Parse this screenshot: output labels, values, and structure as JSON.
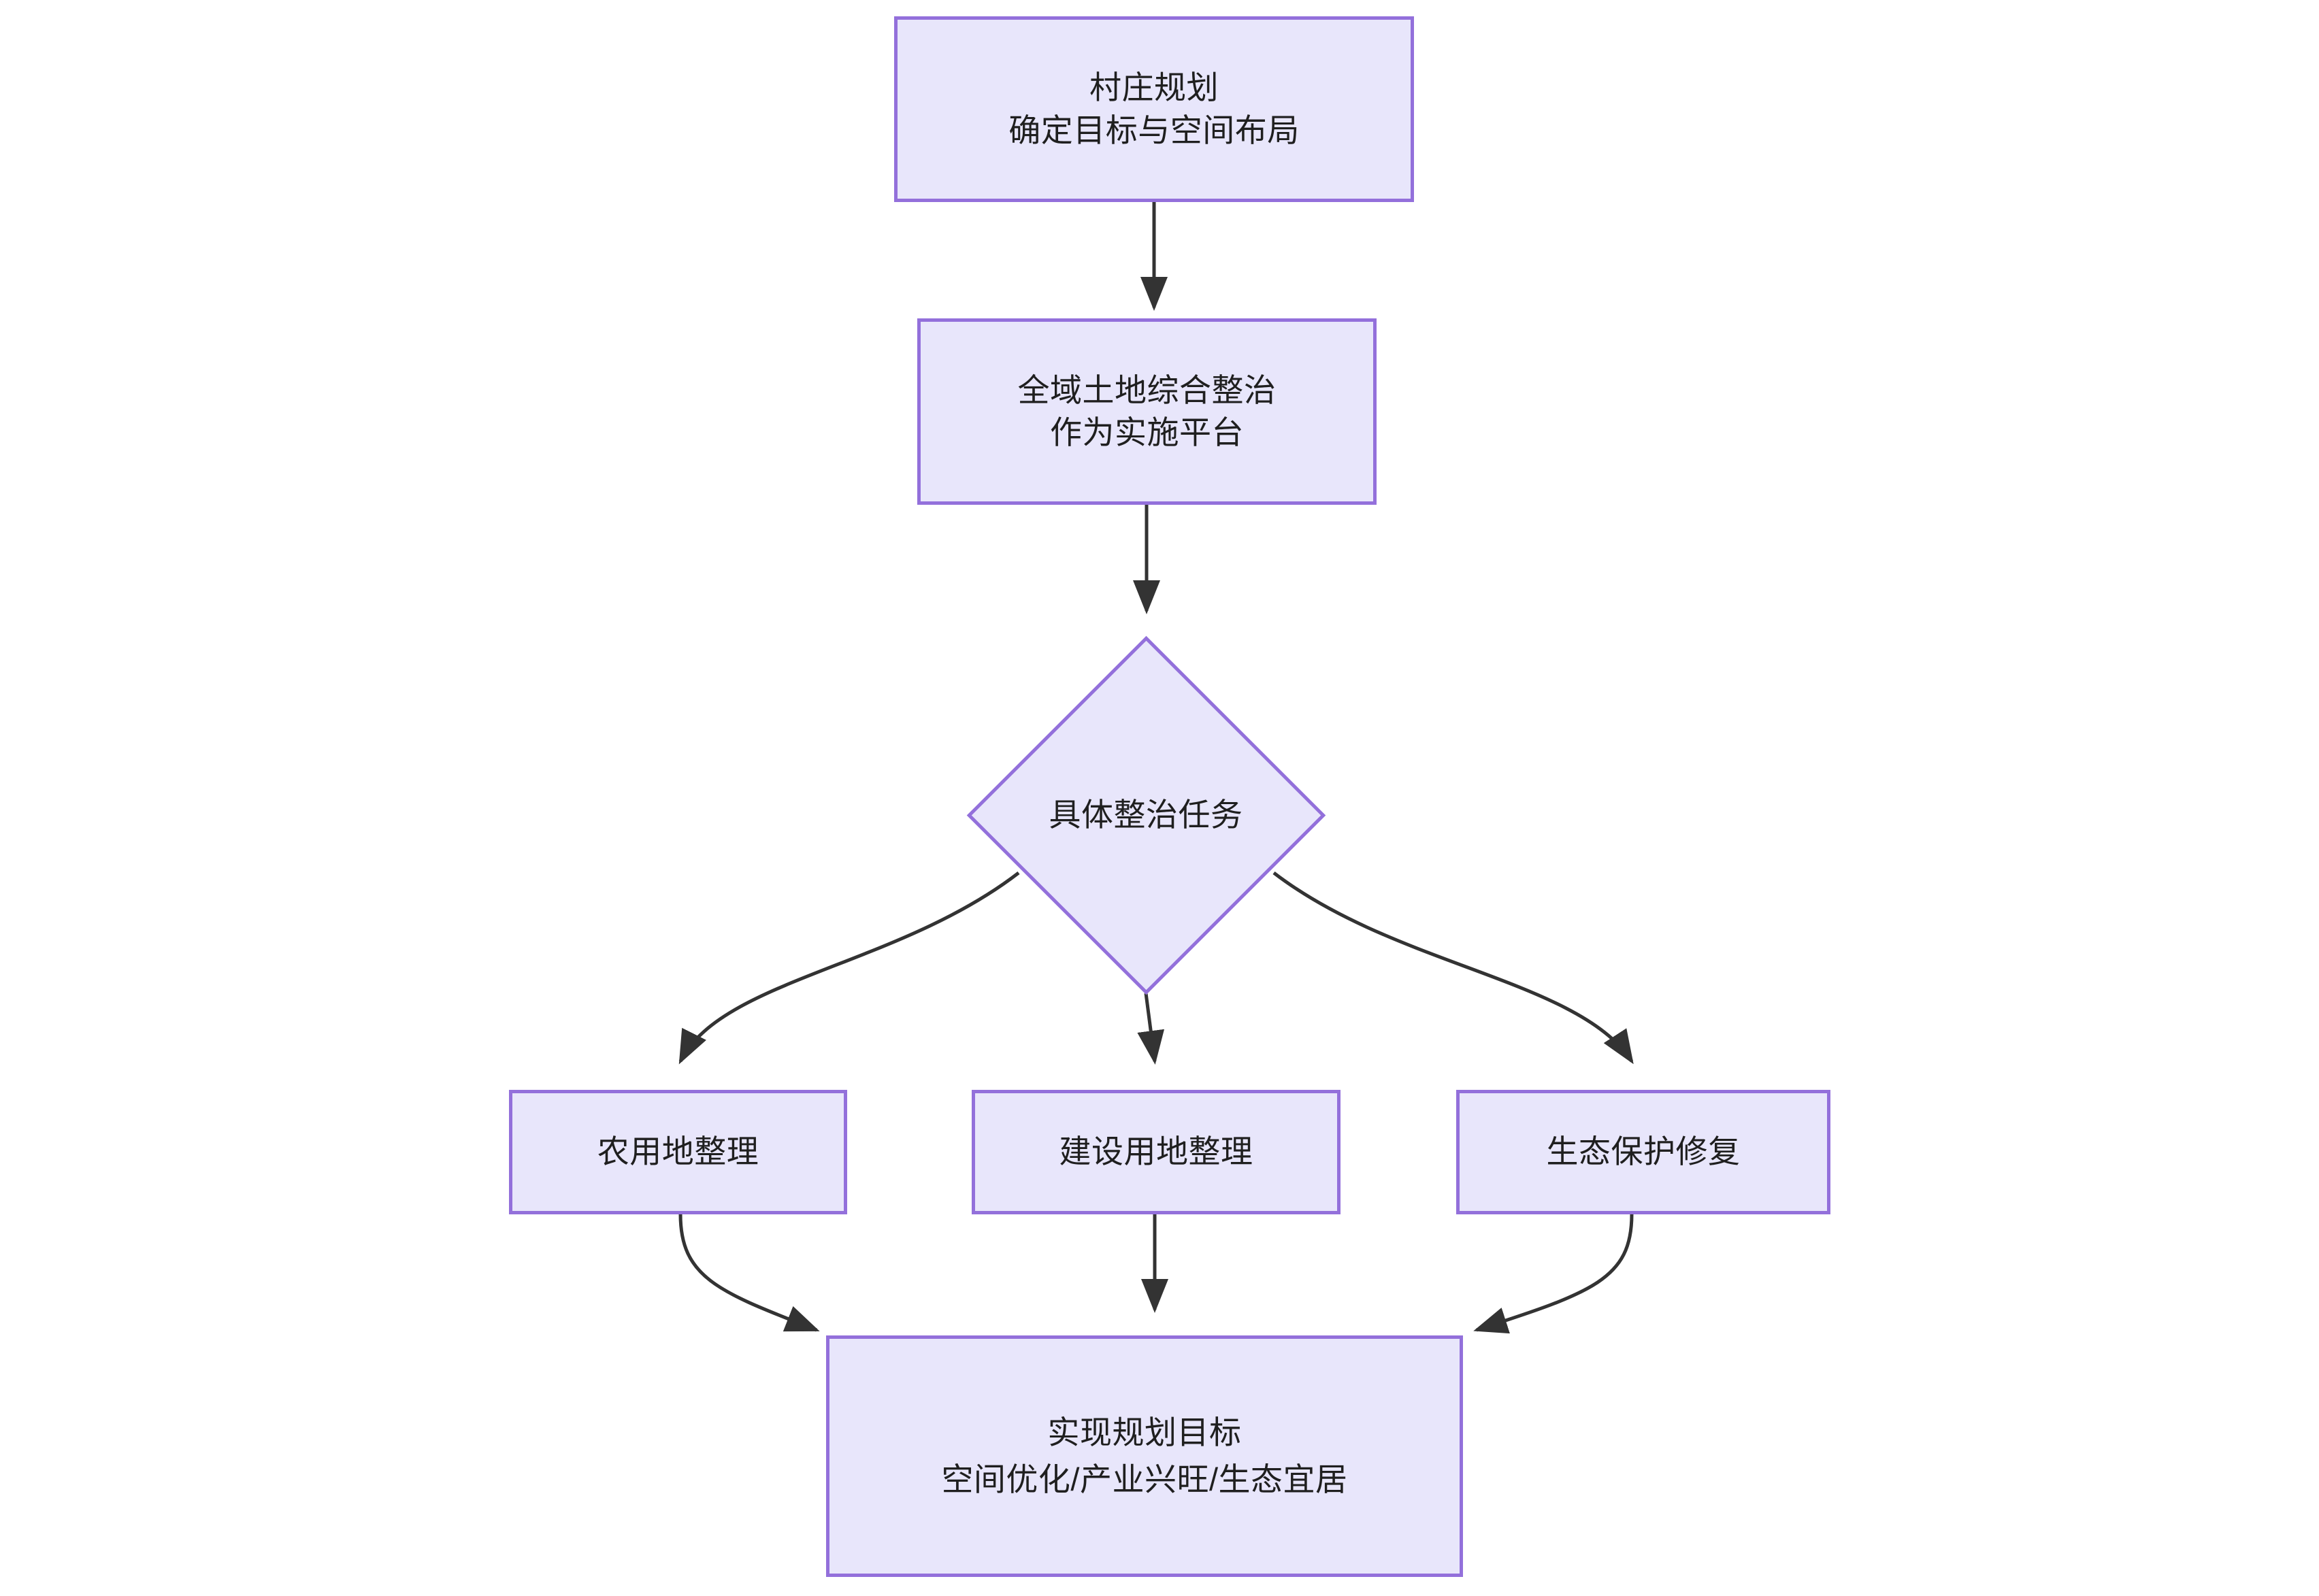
{
  "diagram": {
    "type": "flowchart",
    "orientation": "top-to-bottom",
    "background_color": "#ffffff",
    "node_fill_color": "#e8e6fb",
    "node_border_color": "#9370db",
    "node_text_color": "#1f1f1f",
    "edge_color": "#333333",
    "nodes": {
      "plan": {
        "id": "A",
        "shape": "rectangle",
        "label": "村庄规划\n确定目标与空间布局",
        "line1": "村庄规划",
        "line2": "确定目标与空间布局"
      },
      "platform": {
        "id": "B",
        "shape": "rectangle",
        "label": "全域土地综合整治\n作为实施平台",
        "line1": "全域土地综合整治",
        "line2": "作为实施平台"
      },
      "task": {
        "id": "C",
        "shape": "diamond",
        "label": "具体整治任务"
      },
      "farmland": {
        "id": "D",
        "shape": "rectangle",
        "label": "农用地整理"
      },
      "construction": {
        "id": "E",
        "shape": "rectangle",
        "label": "建设用地整理"
      },
      "ecology": {
        "id": "F",
        "shape": "rectangle",
        "label": "生态保护修复"
      },
      "goal": {
        "id": "G",
        "shape": "rectangle",
        "label": "实现规划目标\n空间优化/产业兴旺/生态宜居",
        "line1": "实现规划目标",
        "line2": "空间优化/产业兴旺/生态宜居"
      }
    },
    "edges": [
      {
        "from": "plan",
        "to": "platform",
        "style": "solid-arrow",
        "label": ""
      },
      {
        "from": "platform",
        "to": "task",
        "style": "solid-arrow",
        "label": ""
      },
      {
        "from": "task",
        "to": "farmland",
        "style": "solid-arrow",
        "label": ""
      },
      {
        "from": "task",
        "to": "construction",
        "style": "solid-arrow",
        "label": ""
      },
      {
        "from": "task",
        "to": "ecology",
        "style": "solid-arrow",
        "label": ""
      },
      {
        "from": "farmland",
        "to": "goal",
        "style": "solid-arrow",
        "label": ""
      },
      {
        "from": "construction",
        "to": "goal",
        "style": "solid-arrow",
        "label": ""
      },
      {
        "from": "ecology",
        "to": "goal",
        "style": "solid-arrow",
        "label": ""
      }
    ]
  }
}
